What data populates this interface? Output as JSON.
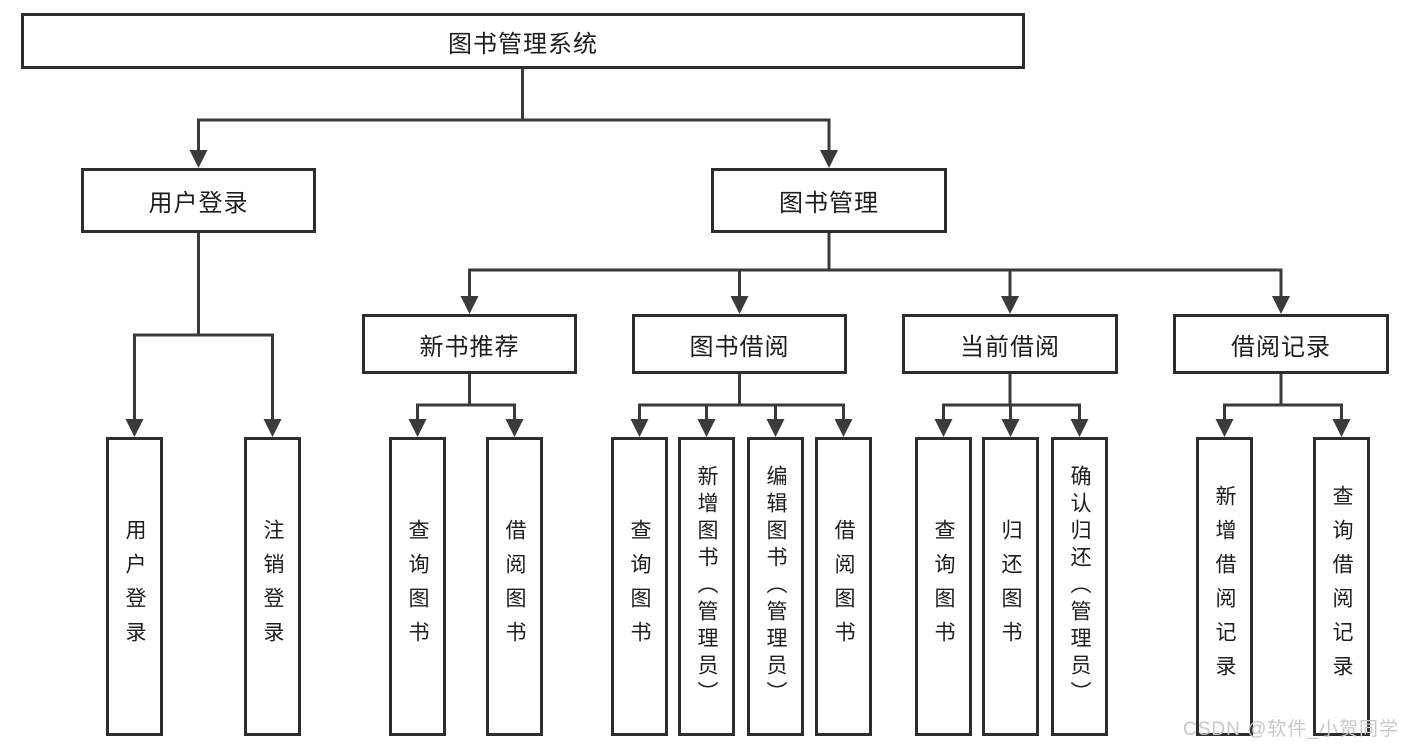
{
  "colors": {
    "background": "#ffffff",
    "line": "#3a3a3a",
    "box_border": "#2d2d2d",
    "text": "#1d1d1f",
    "watermark": "#c8c8c6"
  },
  "watermark": {
    "text": "CSDN @软件_小贺同学"
  },
  "tree": {
    "root": "图书管理系统",
    "branches": [
      {
        "label": "用户登录",
        "leaves": [
          "用户登录",
          "注销登录"
        ]
      },
      {
        "label": "图书管理",
        "groups": [
          {
            "label": "新书推荐",
            "leaves": [
              "查询图书",
              "借阅图书"
            ]
          },
          {
            "label": "图书借阅",
            "leaves": [
              "查询图书",
              "新增图书（管理员）",
              "编辑图书（管理员）",
              "借阅图书"
            ]
          },
          {
            "label": "当前借阅",
            "leaves": [
              "查询图书",
              "归还图书",
              "确认归还（管理员）"
            ]
          },
          {
            "label": "借阅记录",
            "leaves": [
              "新增借阅记录",
              "查询借阅记录"
            ]
          }
        ]
      }
    ]
  }
}
